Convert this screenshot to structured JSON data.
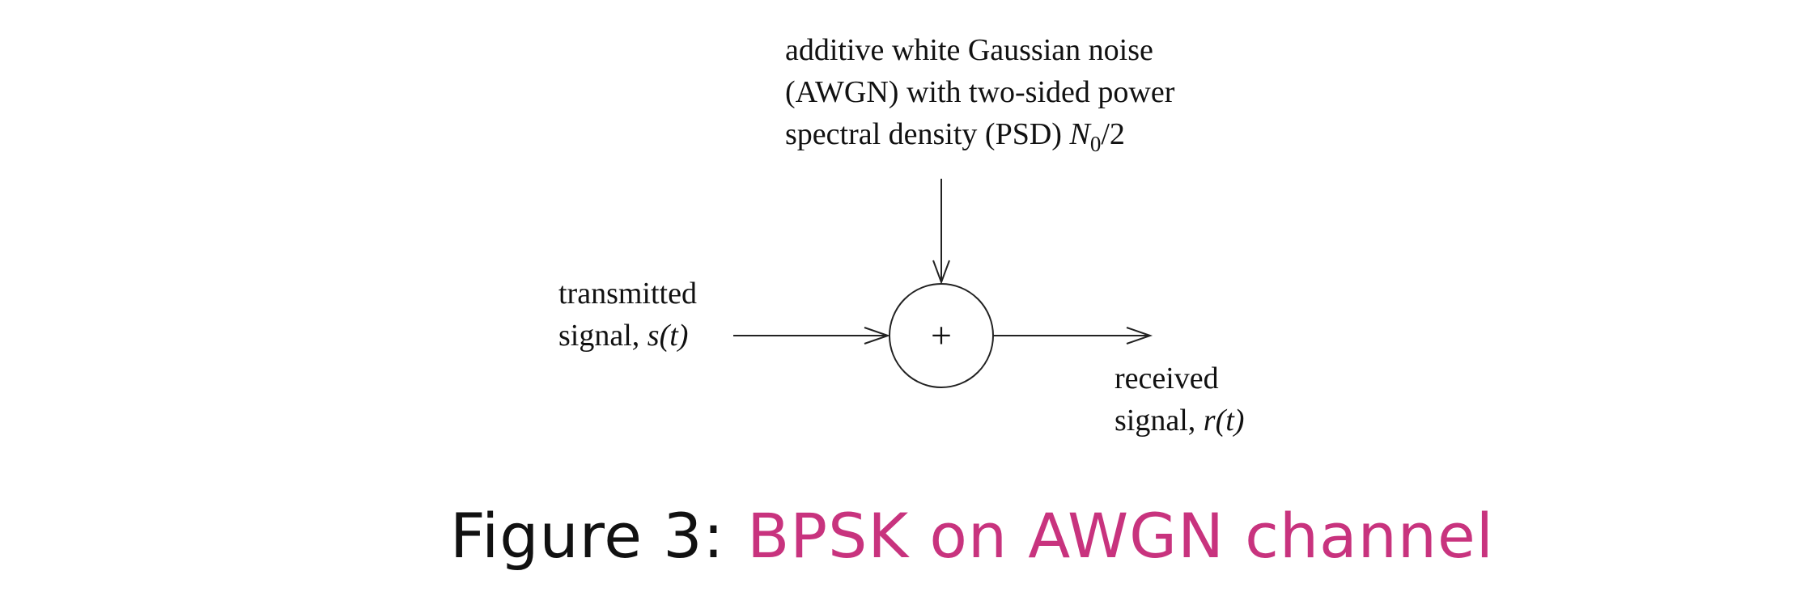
{
  "noise_source": {
    "lines": [
      "additive white Gaussian noise",
      "(AWGN) with two-sided power"
    ],
    "line3_prefix": "spectral density (PSD) ",
    "psd_symbol": "N",
    "psd_subscript": "0",
    "psd_suffix": "/2"
  },
  "transmitted": {
    "line1": "transmitted",
    "line2_prefix": "signal, ",
    "symbol": "s(t)"
  },
  "received": {
    "line1": "received",
    "line2_prefix": "signal, ",
    "symbol": "r(t)"
  },
  "adder": {
    "symbol": "+"
  },
  "caption": {
    "number": "Figure 3",
    "separator": ":",
    "title": "BPSK on AWGN channel",
    "title_color": "#c8337e"
  }
}
